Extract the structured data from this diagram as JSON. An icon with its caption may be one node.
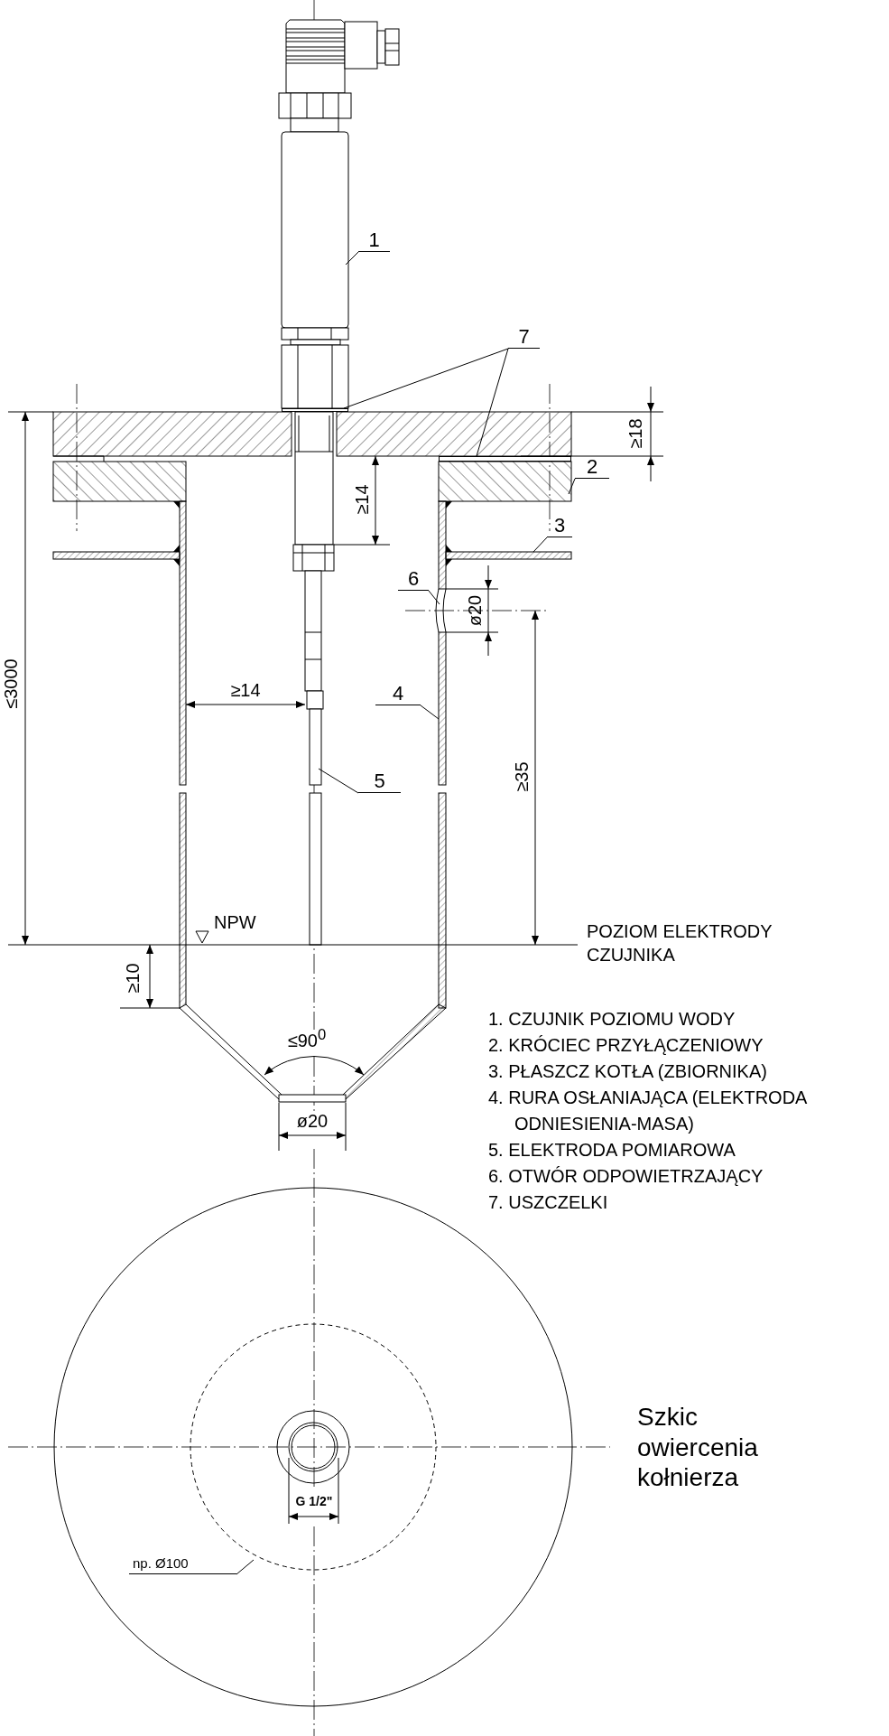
{
  "diagram": {
    "nodes": [
      {
        "text": [
          "1"
        ]
      },
      {
        "text": [
          "7"
        ]
      },
      {
        "text": [
          "2"
        ]
      },
      {
        "text": [
          "3"
        ]
      },
      {
        "text": [
          "6"
        ]
      },
      {
        "text": [
          "4"
        ]
      },
      {
        "text": [
          "5"
        ]
      },
      {
        "text": [
          "np. Ø100"
        ]
      },
      {
        "text": [],
        "shape": "bar"
      },
      {
        "text": [],
        "shape": "bar"
      }
    ],
    "edges": [
      {
        "from": 0,
        "to": null,
        "arrow": "none"
      },
      {
        "from": 1,
        "to": 8,
        "arrow": "none"
      },
      {
        "from": 1,
        "to": 9,
        "arrow": "none"
      },
      {
        "from": 2,
        "to": null,
        "arrow": "none"
      },
      {
        "from": 3,
        "to": null,
        "arrow": "none"
      },
      {
        "from": 4,
        "to": null,
        "arrow": "none"
      },
      {
        "from": 5,
        "to": null,
        "arrow": "none"
      },
      {
        "from": 6,
        "to": null,
        "arrow": "none"
      },
      {
        "from": 7,
        "to": null,
        "arrow": "none"
      }
    ],
    "labels": [
      "≥18",
      "≥14",
      "ø20",
      "≥14",
      "≤3000",
      "≥35",
      "NPW",
      "POZIOM ELEKTRODY CZUJNIKA",
      "≥10",
      "≤90$^{0}$",
      "ø20",
      "1. CZUJNIK POZIOMU WODY",
      "2. KRÓCIEC PRZYŁĄCZENIOWY",
      "3. PŁASZCZ KOTŁA (ZBIORNIKA)",
      "4. RURA OSŁANIAJĄCA (ELEKTRODA ODNIESIENIA-MASA)",
      "5. ELEKTRODA POMIAROWA",
      "6. OTWÓR ODPOWIETRZAJĄCY",
      "7. USZCZELKI",
      "Szkic owiercenia kołnierza",
      "G 1/2\""
    ]
  }
}
